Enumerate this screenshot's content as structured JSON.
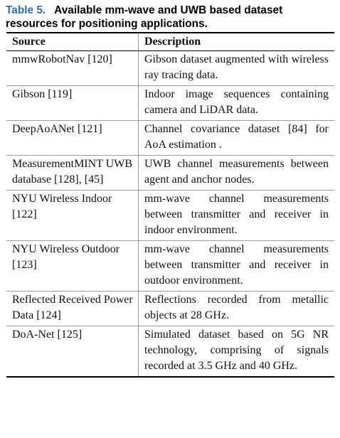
{
  "caption": {
    "label": "Table 5.",
    "text": "Available mm-wave and UWB based dataset resources for positioning applications."
  },
  "table": {
    "headers": [
      "Source",
      "Description"
    ],
    "rows": [
      {
        "source": "mmwRobotNav [120]",
        "description": "Gibson dataset augmented with wireless ray tracing data."
      },
      {
        "source": "Gibson [119]",
        "description": "Indoor image sequences containing camera and LiDAR data."
      },
      {
        "source": "DeepAoANet [121]",
        "description": "Channel covariance dataset [84] for AoA estimation ."
      },
      {
        "source": "MeasurementMINT UWB database [128], [45]",
        "description": "UWB channel measurements between agent and anchor nodes."
      },
      {
        "source": "NYU Wireless Indoor [122]",
        "description": "mm-wave channel measurements between transmitter and receiver in indoor environment."
      },
      {
        "source": "NYU Wireless Outdoor [123]",
        "description": "mm-wave channel measurements between transmitter and receiver in outdoor environment."
      },
      {
        "source": "Reflected Received Power Data [124]",
        "description": "Reflections recorded from metallic objects at 28 GHz."
      },
      {
        "source": "DoA-Net [125]",
        "description": "Simulated dataset based on 5G NR technology, comprising of signals recorded at 3.5 GHz and 40 GHz."
      }
    ]
  }
}
